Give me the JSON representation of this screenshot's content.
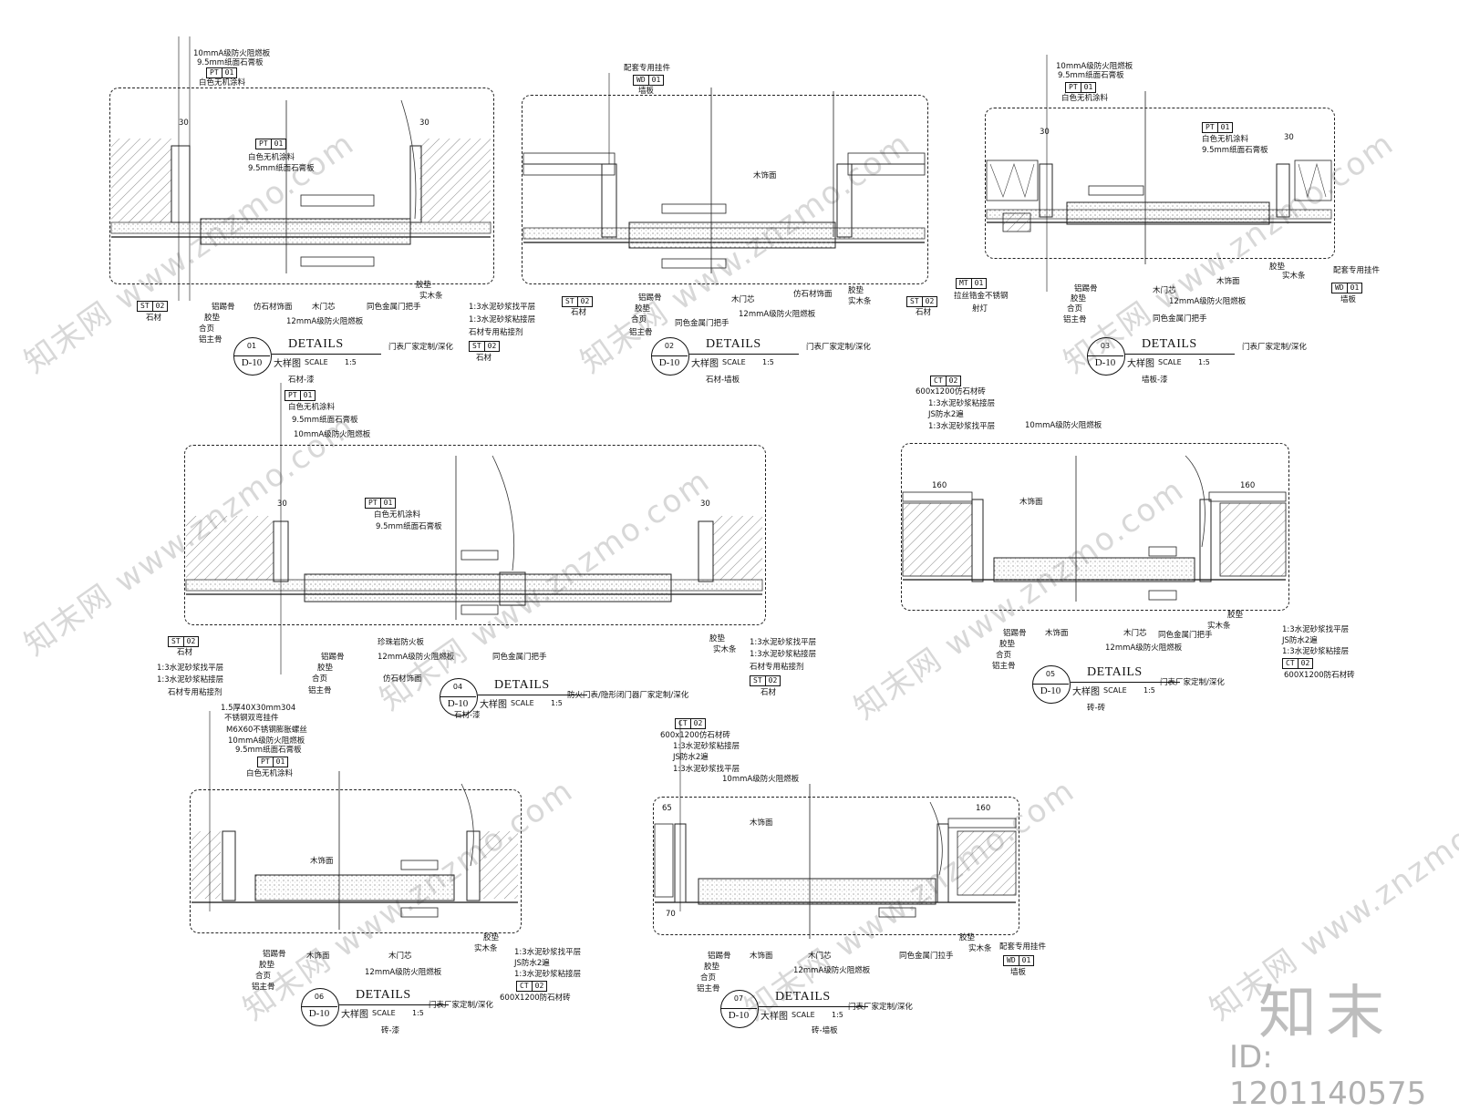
{
  "common": {
    "details": "DETAILS",
    "dayang": "大样图",
    "scale": "SCALE",
    "ratio": "1:5",
    "dnum": "D-10"
  },
  "watermark": "知末网 www.znzmo.com",
  "brand": "知末",
  "id_text": "ID: 1201140575",
  "details": [
    {
      "num": "01",
      "note": "门表厂家定制/深化",
      "subtitle": "石材-漆",
      "labels": [
        "10mmA级防火阻燃板",
        "9.5mm纸面石膏板",
        "白色无机涂料",
        "白色无机涂料",
        "9.5mm纸面石膏板",
        "铝踢骨",
        "胶垫",
        "合页",
        "铝主骨",
        "仿石材饰面",
        "木门芯",
        "12mmA级防火阻燃板",
        "同色金属门把手",
        "胶垫",
        "实木条",
        "1:3水泥砂浆找平层",
        "1:3水泥砂浆粘接层",
        "石材专用粘接剂",
        "石材"
      ],
      "tags": [
        {
          "code": "PT",
          "val": "01"
        },
        {
          "code": "PT",
          "val": "01"
        },
        {
          "code": "ST",
          "val": "02"
        },
        {
          "code": "ST",
          "val": "02"
        }
      ],
      "dims": [
        "30",
        "30"
      ]
    },
    {
      "num": "02",
      "note": "门表厂家定制/深化",
      "subtitle": "石材-墙板",
      "labels": [
        "配套专用挂件",
        "墙板",
        "木饰面",
        "铝踢骨",
        "胶垫",
        "合页",
        "铝主骨",
        "同色金属门把手",
        "木门芯",
        "12mmA级防火阻燃板",
        "仿石材饰面",
        "胶垫",
        "实木条",
        "石材",
        "石材"
      ],
      "tags": [
        {
          "code": "WD",
          "val": "01"
        },
        {
          "code": "ST",
          "val": "02"
        },
        {
          "code": "ST",
          "val": "02"
        }
      ],
      "dims": []
    },
    {
      "num": "03",
      "note": "门表厂家定制/深化",
      "subtitle": "墙板-漆",
      "labels": [
        "10mmA级防火阻燃板",
        "9.5mm纸面石膏板",
        "白色无机涂料",
        "白色无机涂料",
        "9.5mm纸面石膏板",
        "拉丝锆金不锈钢",
        "射灯",
        "铝踢骨",
        "胶垫",
        "合页",
        "铝主骨",
        "木门芯",
        "12mmA级防火阻燃板",
        "同色金属门把手",
        "木饰面",
        "胶垫",
        "实木条",
        "配套专用挂件",
        "墙板"
      ],
      "tags": [
        {
          "code": "PT",
          "val": "01"
        },
        {
          "code": "PT",
          "val": "01"
        },
        {
          "code": "MT",
          "val": "01"
        },
        {
          "code": "WD",
          "val": "01"
        }
      ],
      "dims": [
        "30",
        "30"
      ]
    },
    {
      "num": "04",
      "note": "防火门表/隐形闭门器厂家定制/深化",
      "subtitle": "石材-漆",
      "labels": [
        "白色无机涂料",
        "9.5mm纸面石膏板",
        "10mmA级防火阻燃板",
        "白色无机涂料",
        "9.5mm纸面石膏板",
        "石材",
        "1:3水泥砂浆找平层",
        "1:3水泥砂浆粘接层",
        "石材专用粘接剂",
        "珍珠岩防火板",
        "12mmA级防火阻燃板",
        "仿石材饰面",
        "铝踢骨",
        "胶垫",
        "合页",
        "铝主骨",
        "同色金属门把手",
        "胶垫",
        "实木条",
        "1:3水泥砂浆找平层",
        "1:3水泥砂浆粘接层",
        "石材专用粘接剂",
        "石材"
      ],
      "tags": [
        {
          "code": "PT",
          "val": "01"
        },
        {
          "code": "PT",
          "val": "01"
        },
        {
          "code": "ST",
          "val": "02"
        },
        {
          "code": "ST",
          "val": "02"
        }
      ],
      "dims": [
        "30",
        "30"
      ]
    },
    {
      "num": "05",
      "note": "门表厂家定制/深化",
      "subtitle": "砖-砖",
      "labels": [
        "600x1200仿石材砖",
        "1:3水泥砂浆粘接层",
        "JS防水2遍",
        "1:3水泥砂浆找平层",
        "10mmA级防火阻燃板",
        "木饰面",
        "铝踢骨",
        "胶垫",
        "合页",
        "铝主骨",
        "木饰面",
        "木门芯",
        "12mmA级防火阻燃板",
        "同色金属门把手",
        "胶垫",
        "实木条",
        "1:3水泥砂浆找平层",
        "JS防水2遍",
        "1:3水泥砂浆粘接层",
        "600X1200防石材砖"
      ],
      "tags": [
        {
          "code": "CT",
          "val": "02"
        },
        {
          "code": "CT",
          "val": "02"
        }
      ],
      "dims": [
        "160",
        "160"
      ]
    },
    {
      "num": "06",
      "note": "门表厂家定制/深化",
      "subtitle": "砖-漆",
      "labels": [
        "1.5厚40X30mm304",
        "不锈钢双弯挂件",
        "M6X60不锈钢膨胀螺丝",
        "10mmA级防火阻燃板",
        "9.5mm纸面石膏板",
        "白色无机涂料",
        "木饰面",
        "铝踢骨",
        "胶垫",
        "合页",
        "铝主骨",
        "木饰面",
        "木门芯",
        "12mmA级防火阻燃板",
        "胶垫",
        "实木条",
        "1:3水泥砂浆找平层",
        "JS防水2遍",
        "1:3水泥砂浆粘接层",
        "600X1200防石材砖"
      ],
      "tags": [
        {
          "code": "PT",
          "val": "01"
        },
        {
          "code": "CT",
          "val": "02"
        }
      ],
      "dims": []
    },
    {
      "num": "07",
      "note": "门表厂家定制/深化",
      "subtitle": "砖-墙板",
      "labels": [
        "600x1200仿石材砖",
        "1:3水泥砂浆粘接层",
        "JS防水2遍",
        "1:3水泥砂浆找平层",
        "10mmA级防火阻燃板",
        "木饰面",
        "铝踢骨",
        "胶垫",
        "合页",
        "铝主骨",
        "木饰面",
        "木门芯",
        "12mmA级防火阻燃板",
        "同色金属门拉手",
        "胶垫",
        "实木条",
        "配套专用挂件",
        "墙板"
      ],
      "tags": [
        {
          "code": "CT",
          "val": "02"
        },
        {
          "code": "WD",
          "val": "01"
        }
      ],
      "dims": [
        "65",
        "160",
        "70"
      ]
    }
  ]
}
